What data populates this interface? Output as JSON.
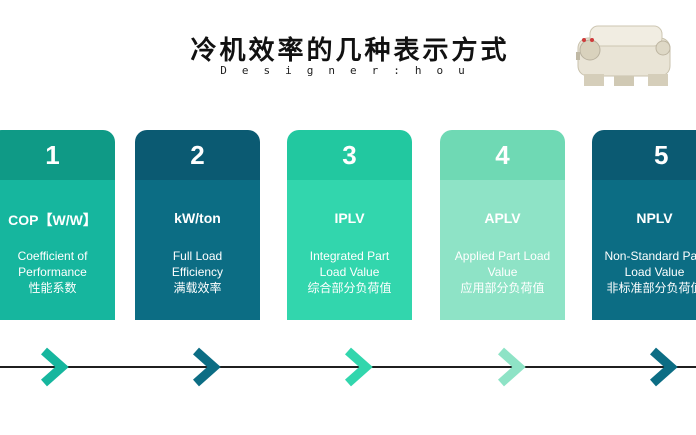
{
  "title": "冷机效率的几种表示方式",
  "subtitle": "Designer:hou",
  "colors": {
    "teal_dark": "#0f9a86",
    "teal_main": "#16b69e",
    "navy_dark": "#0b5a72",
    "navy_main": "#0c6d84",
    "mint_dark": "#22c8a0",
    "mint_main": "#32d6ad",
    "light_dark": "#6fd9b4",
    "light_main": "#8ee3c6"
  },
  "cards": [
    {
      "number": "1",
      "label": "COP【W/W】",
      "line1": "Coefficient of",
      "line2": "Performance",
      "line3": "性能系数"
    },
    {
      "number": "2",
      "label": "kW/ton",
      "line1": "Full Load",
      "line2": "Efficiency",
      "line3": "满载效率"
    },
    {
      "number": "3",
      "label": "IPLV",
      "line1": "Integrated Part",
      "line2": "Load Value",
      "line3": "综合部分负荷值"
    },
    {
      "number": "4",
      "label": "APLV",
      "line1": "Applied Part Load",
      "line2": "Value",
      "line3": "应用部分负荷值"
    },
    {
      "number": "5",
      "label": "NPLV",
      "line1": "Non-Standard Part",
      "line2": "Load Value",
      "line3": "非标准部分负荷值"
    }
  ]
}
